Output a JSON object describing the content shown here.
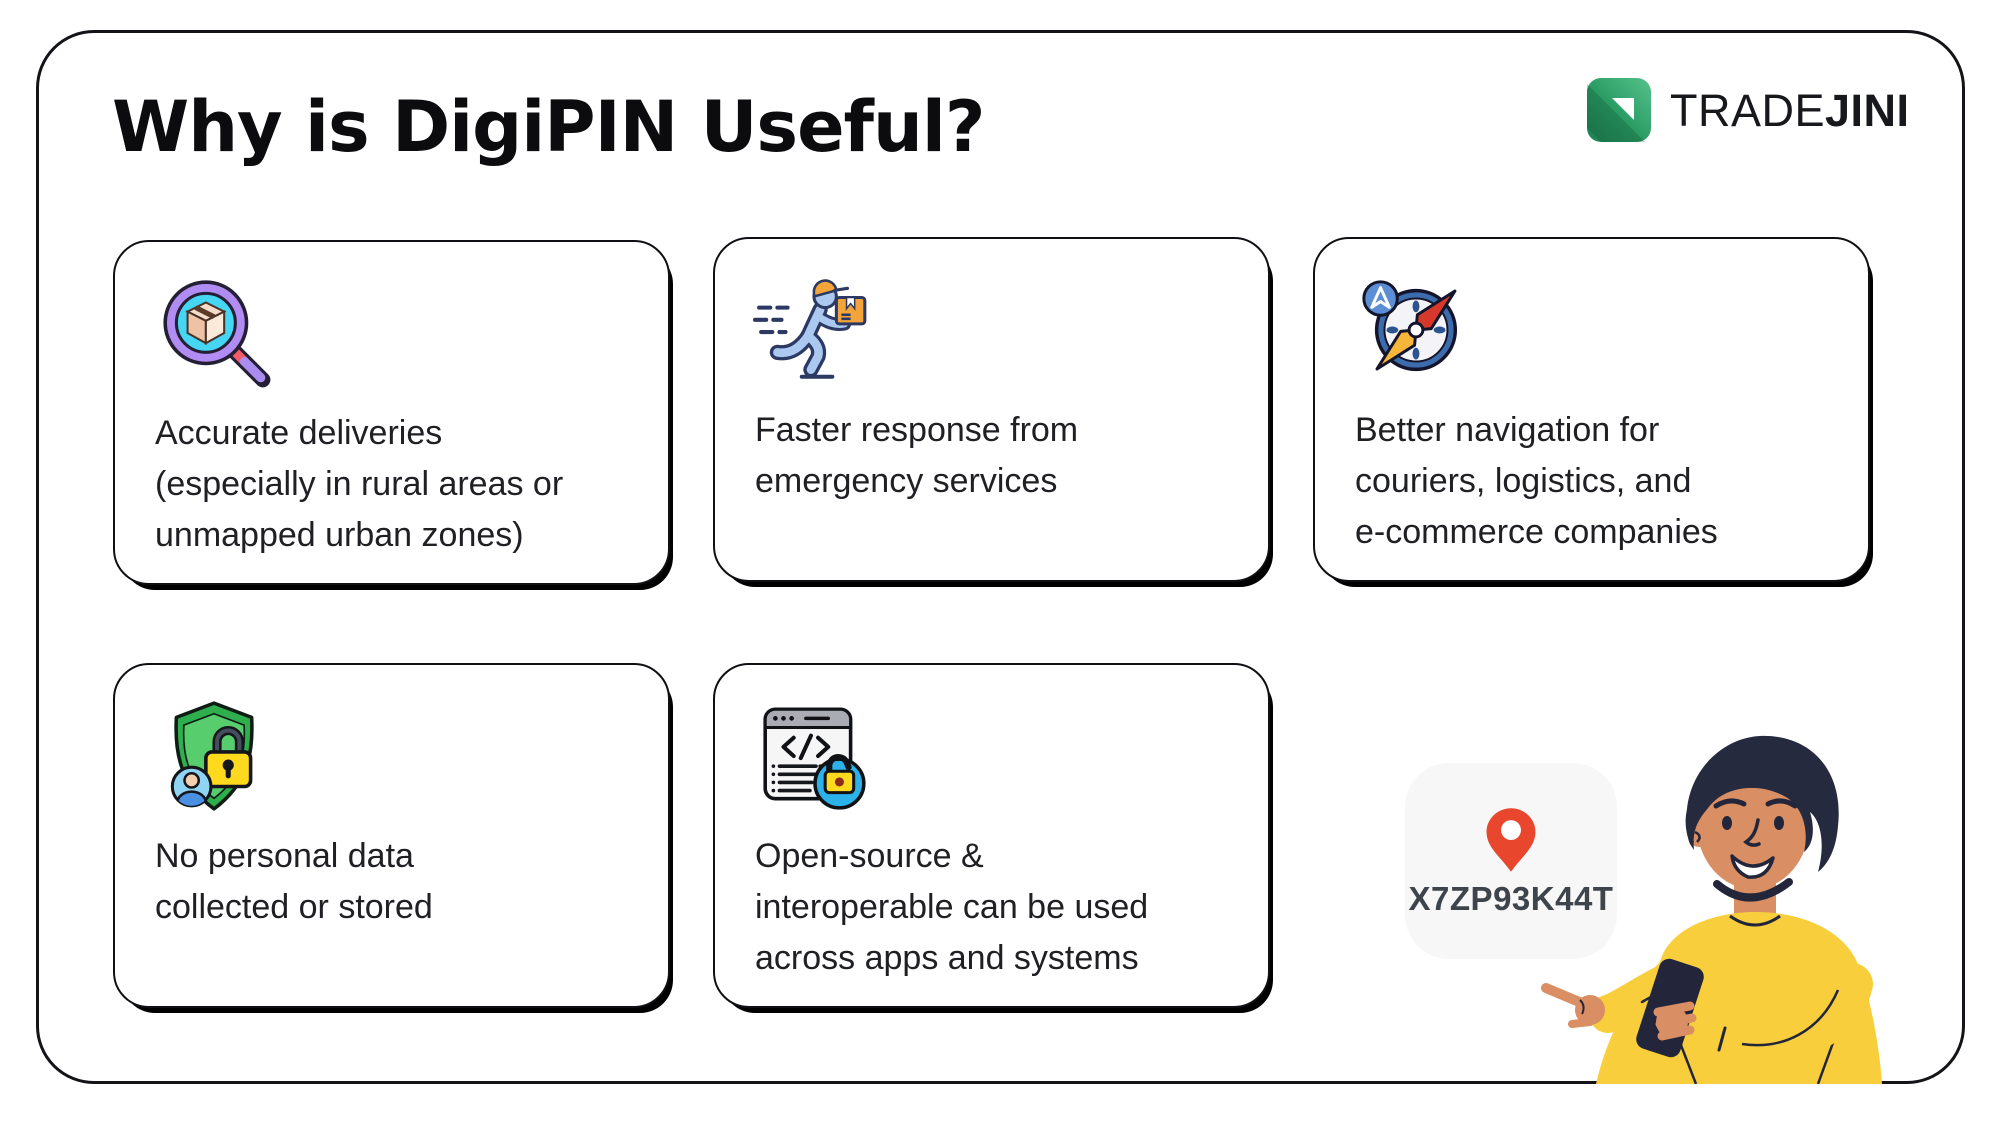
{
  "title": "Why is DigiPIN Useful?",
  "logo": {
    "brand_primary": "TRADE",
    "brand_bold": "JINI",
    "icon": "tradejini-green-cube-icon",
    "icon_color": "#2a9a63"
  },
  "cards": [
    {
      "name": "accurate-deliveries",
      "icon": "magnifier-box-icon",
      "text": "Accurate deliveries\n(especially in rural areas or\nunmapped urban zones)"
    },
    {
      "name": "faster-response",
      "icon": "delivery-runner-icon",
      "text": "Faster response from\nemergency services"
    },
    {
      "name": "better-navigation",
      "icon": "compass-icon",
      "text": "Better navigation for\ncouriers, logistics, and\ne-commerce companies"
    },
    {
      "name": "no-personal-data",
      "icon": "privacy-shield-lock-icon",
      "text": "No personal data\ncollected or stored"
    },
    {
      "name": "open-source",
      "icon": "open-source-code-lock-icon",
      "text": "Open-source &\ninteroperable can be used\nacross apps and systems"
    }
  ],
  "digipin_example": {
    "code": "X7ZP93K44T",
    "icon": "location-pin-icon",
    "pin_color": "#e8462d"
  },
  "colors": {
    "frame_border": "#141418",
    "card_border": "#101014",
    "card_shadow": "#000000",
    "text": "#202024",
    "brand_green": "#2a9a63",
    "pin_red": "#e8462d",
    "sweater_yellow": "#f8ce3d"
  }
}
